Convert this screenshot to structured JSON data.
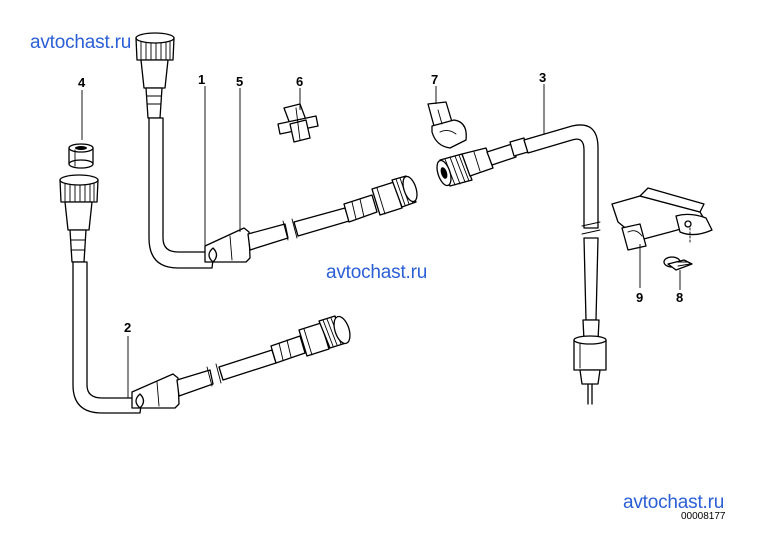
{
  "watermark": {
    "text": "avtochast.ru",
    "color": "#2b5fd6"
  },
  "labels": {
    "l1": "1",
    "l2": "2",
    "l3": "3",
    "l4": "4",
    "l5": "5",
    "l6": "6",
    "l7": "7",
    "l8": "8",
    "l9": "9"
  },
  "diagram_code": "00008177"
}
